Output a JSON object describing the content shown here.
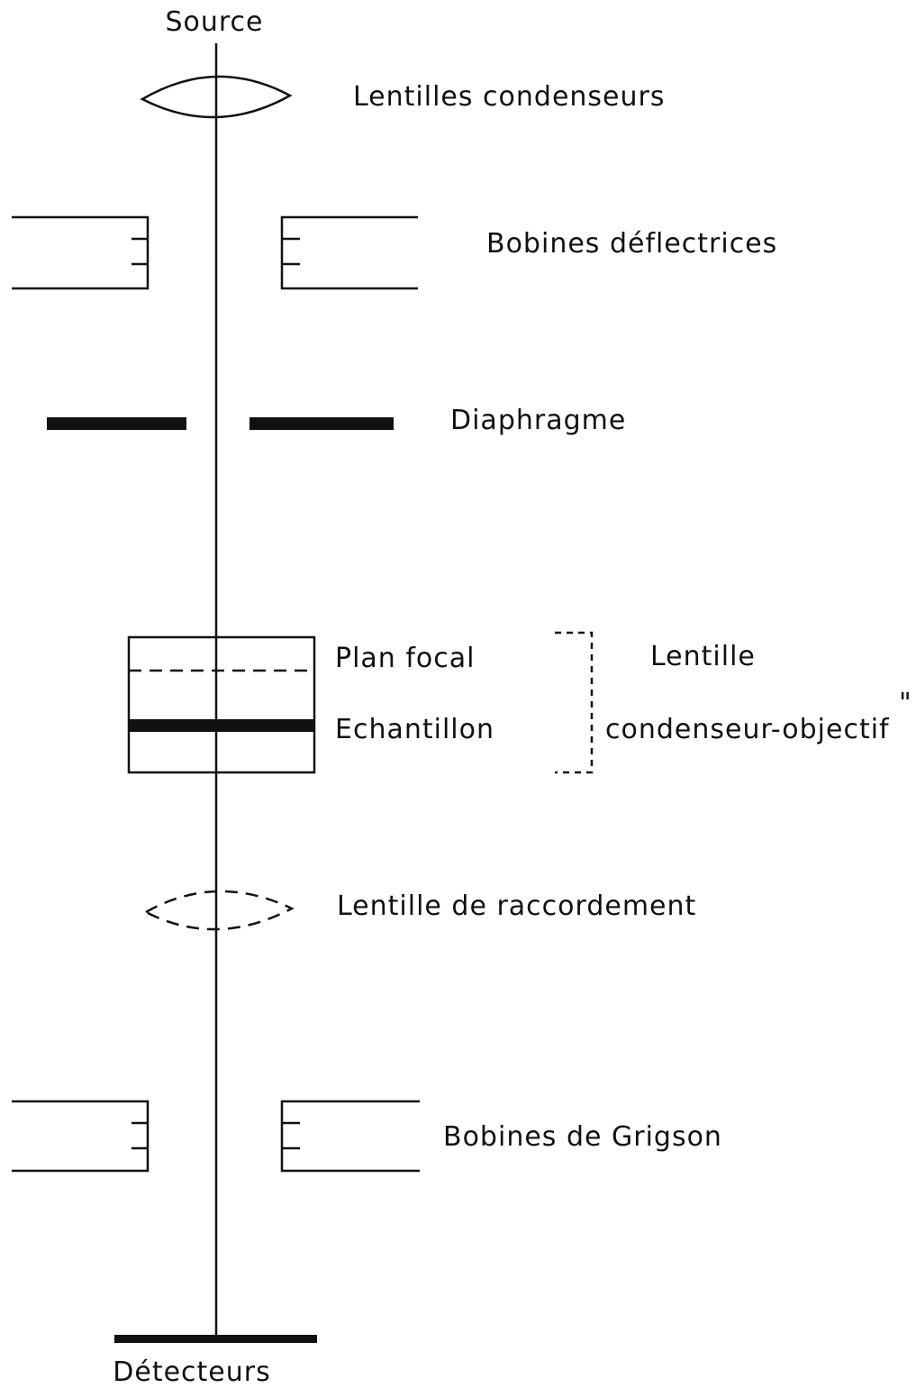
{
  "labels": {
    "source": "Source",
    "condenser_lenses": "Lentilles condenseurs",
    "deflection_coils": "Bobines déflectrices",
    "diaphragm": "Diaphragme",
    "focal_plane": "Plan focal",
    "sample": "Echantillon",
    "objective_title": "Lentille",
    "objective_subtitle": "condenseur-objectif",
    "objective_quote": "\"",
    "transfer_lens": "Lentille de raccordement",
    "grigson_coils": "Bobines de Grigson",
    "detectors": "Détecteurs"
  },
  "colors": {
    "ink": "#111111",
    "background": "#ffffff"
  }
}
